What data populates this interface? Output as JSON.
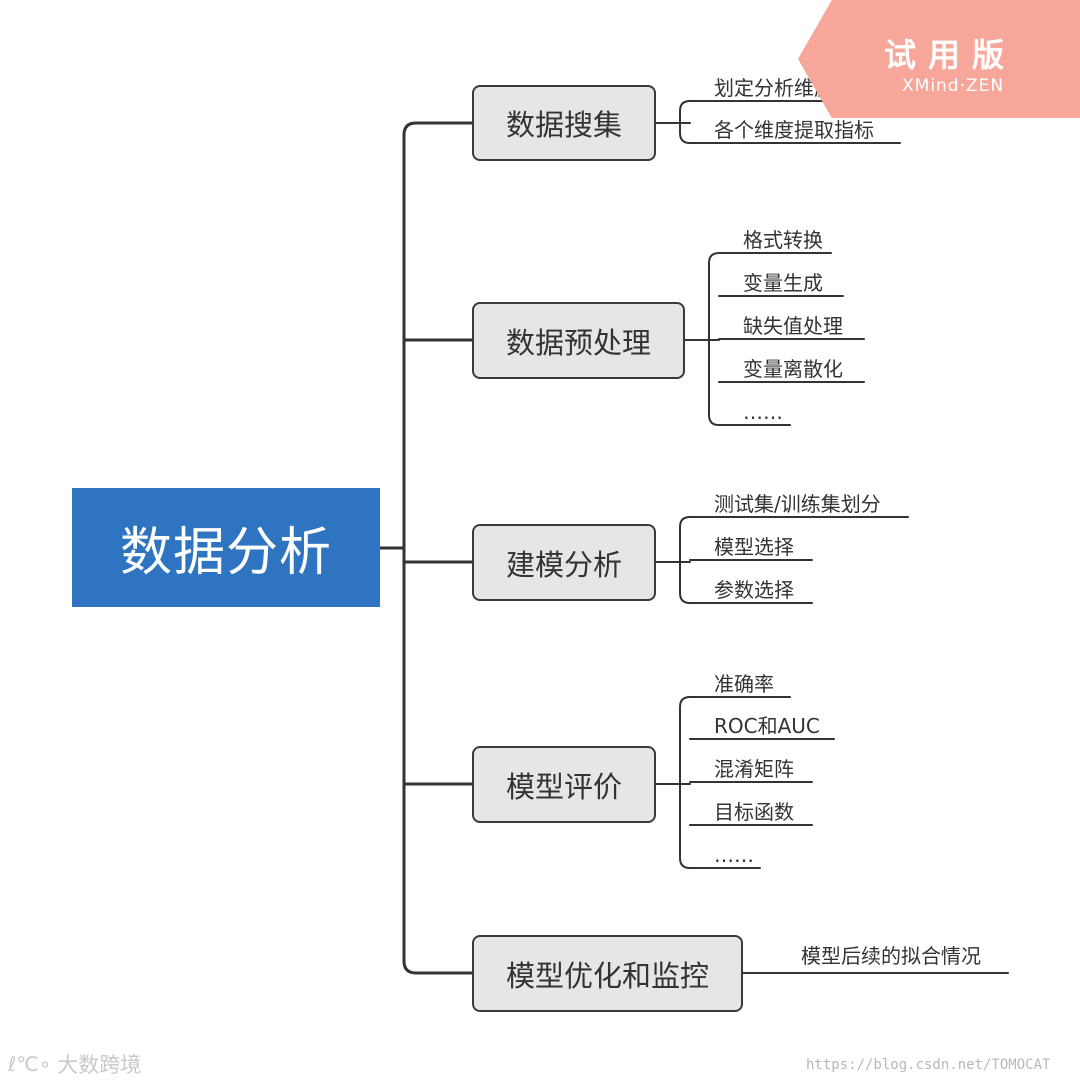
{
  "root": {
    "label": "数据分析"
  },
  "topics": [
    {
      "label": "数据搜集",
      "children": [
        "划定分析维度",
        "各个维度提取指标"
      ]
    },
    {
      "label": "数据预处理",
      "children": [
        "格式转换",
        "变量生成",
        "缺失值处理",
        "变量离散化",
        "……"
      ]
    },
    {
      "label": "建模分析",
      "children": [
        "测试集/训练集划分",
        "模型选择",
        "参数选择"
      ]
    },
    {
      "label": "模型评价",
      "children": [
        "准确率",
        "ROC和AUC",
        "混淆矩阵",
        "目标函数",
        "……"
      ]
    },
    {
      "label": "模型优化和监控",
      "children": [
        "模型后续的拟合情况"
      ]
    }
  ],
  "badge": {
    "title": "试用版",
    "subtitle": "XMind·ZEN"
  },
  "watermark": {
    "left_logo": "ℓ℃∘",
    "left_text": "大数跨境",
    "right_text": "https://blog.csdn.net/TOMOCAT"
  },
  "colors": {
    "root_fill": "#2f74c0",
    "topic_fill": "#e6e6e6",
    "line": "#333333",
    "badge": "#f6a79a"
  },
  "icons": {
    "left_watermark": "brand-logo-icon"
  }
}
